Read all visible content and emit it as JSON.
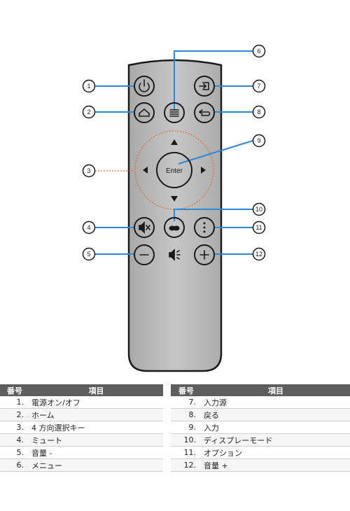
{
  "remote": {
    "enter_label": "Enter",
    "callouts": [
      "1",
      "2",
      "3",
      "4",
      "5",
      "6",
      "7",
      "8",
      "9",
      "10",
      "11",
      "12"
    ]
  },
  "colors": {
    "body": "#bdbdbd",
    "outline": "#1a1a1a",
    "leader": "#2a8ad4",
    "dpad_ring": "#e06a2a"
  },
  "icons": {
    "1": "power-icon",
    "2": "home-icon",
    "4": "mute-icon",
    "5": "volume-down-icon",
    "6": "menu-icon",
    "7": "input-source-icon",
    "8": "back-icon",
    "10": "display-mode-icon",
    "11": "options-icon",
    "12": "volume-up-icon",
    "speaker": "speaker-icon"
  },
  "table_left": {
    "headers": [
      "番号",
      "項目"
    ],
    "rows": [
      {
        "no": "1.",
        "item": "電源オン/オフ"
      },
      {
        "no": "2.",
        "item": "ホーム"
      },
      {
        "no": "3.",
        "item": "4 方向選択キー"
      },
      {
        "no": "4.",
        "item": "ミュート"
      },
      {
        "no": "5.",
        "item": "音量 -"
      },
      {
        "no": "6.",
        "item": "メニュー"
      }
    ]
  },
  "table_right": {
    "headers": [
      "番号",
      "項目"
    ],
    "rows": [
      {
        "no": "7.",
        "item": "入力源"
      },
      {
        "no": "8.",
        "item": "戻る"
      },
      {
        "no": "9.",
        "item": "入力"
      },
      {
        "no": "10.",
        "item": "ディスプレーモード"
      },
      {
        "no": "11.",
        "item": "オプション"
      },
      {
        "no": "12.",
        "item": "音量 +"
      }
    ]
  }
}
